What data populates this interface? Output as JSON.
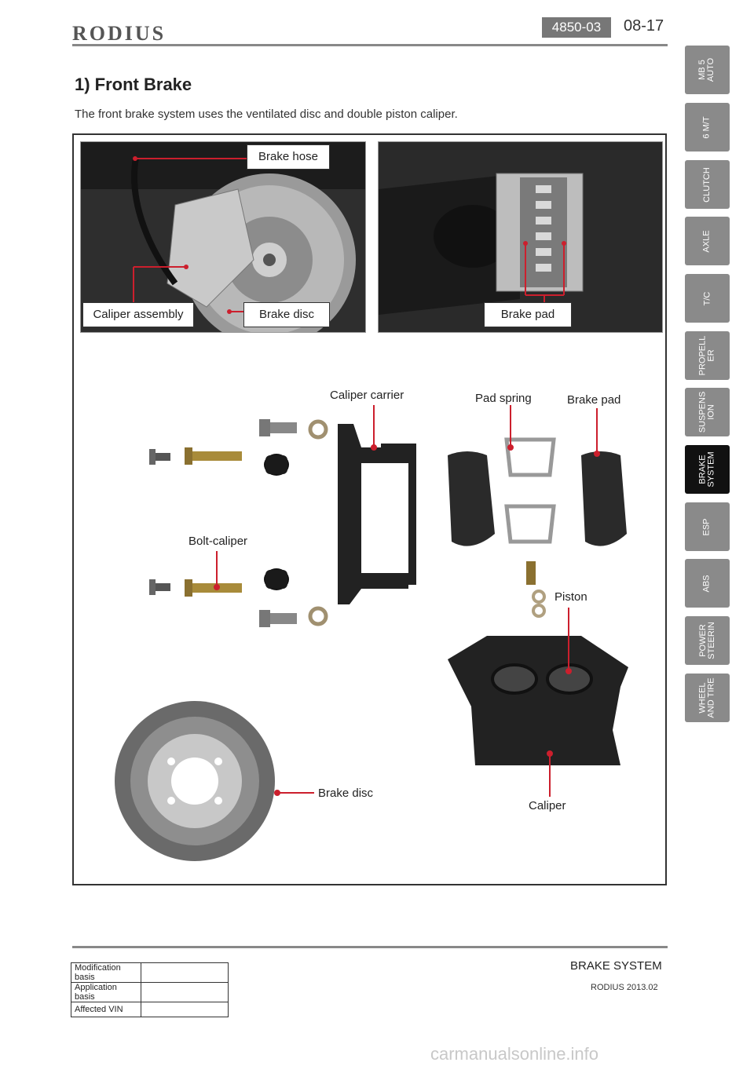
{
  "header": {
    "brand": "RODIUS",
    "section_code": "4850-03",
    "page_number": "08-17"
  },
  "side_tabs": [
    {
      "label": "MB 5\nAUTO",
      "active": false
    },
    {
      "label": "6 M/T",
      "active": false
    },
    {
      "label": "CLUTCH",
      "active": false
    },
    {
      "label": "AXLE",
      "active": false
    },
    {
      "label": "T/C",
      "active": false
    },
    {
      "label": "PROPELL\nER",
      "active": false
    },
    {
      "label": "SUSPENS\nION",
      "active": false
    },
    {
      "label": "BRAKE\nSYSTEM",
      "active": true
    },
    {
      "label": "ESP",
      "active": false
    },
    {
      "label": "ABS",
      "active": false
    },
    {
      "label": "POWER\nSTEERIN",
      "active": false
    },
    {
      "label": "WHEEL\nAND TIRE",
      "active": false
    }
  ],
  "content": {
    "title": "1) Front Brake",
    "intro": "The front brake system uses the ventilated disc and double piston caliper."
  },
  "photos": {
    "left": {
      "brake_hose": "Brake hose",
      "caliper_assembly": "Caliper assembly",
      "brake_disc": "Brake disc"
    },
    "right": {
      "brake_pad": "Brake pad"
    }
  },
  "exploded": {
    "caliper_carrier": "Caliper carrier",
    "pad_spring": "Pad spring",
    "brake_pad": "Brake pad",
    "bolt_caliper": "Bolt-caliper",
    "piston": "Piston",
    "brake_disc": "Brake disc",
    "caliper": "Caliper"
  },
  "footer": {
    "table": [
      {
        "label": "Modification basis",
        "value": ""
      },
      {
        "label": "Application basis",
        "value": ""
      },
      {
        "label": "Affected VIN",
        "value": ""
      }
    ],
    "section": "BRAKE SYSTEM",
    "model": "RODIUS 2013.02",
    "watermark": "carmanualsonline.info"
  },
  "colors": {
    "callout_line": "#cc1f2d",
    "tab_inactive": "#8a8a8a",
    "tab_active": "#111111"
  }
}
